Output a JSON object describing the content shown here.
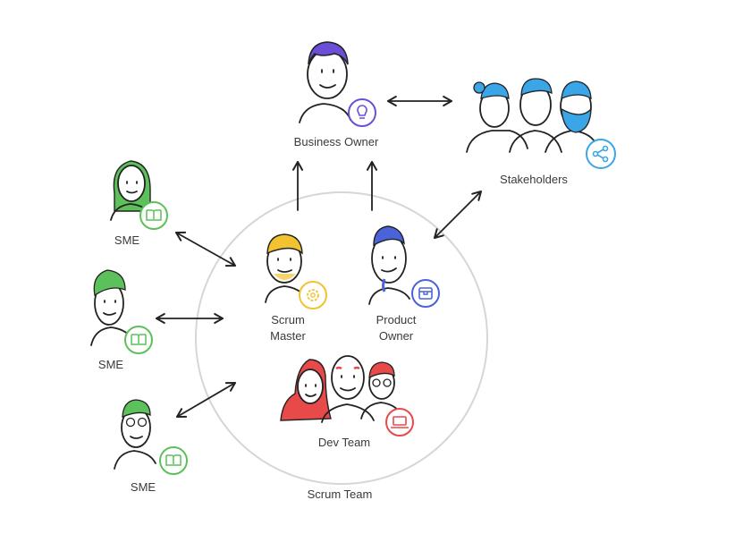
{
  "diagram": {
    "team_label": "Scrum Team",
    "nodes": {
      "business_owner": "Business Owner",
      "stakeholders": "Stakeholders",
      "scrum_master_line1": "Scrum",
      "scrum_master_line2": "Master",
      "product_owner_line1": "Product",
      "product_owner_line2": "Owner",
      "dev_team": "Dev Team",
      "sme_top": "SME",
      "sme_middle": "SME",
      "sme_bottom": "SME"
    },
    "colors": {
      "business_owner_accent": "#6b4fd8",
      "stakeholders_accent": "#3aa6e8",
      "scrum_master_accent": "#f2c230",
      "product_owner_accent": "#4a63d9",
      "dev_team_accent": "#e84a4a",
      "sme_accent": "#5cc15a"
    },
    "icons": {
      "business_owner": "lightbulb-icon",
      "stakeholders": "share-icon",
      "scrum_master": "gear-icon",
      "product_owner": "box-icon",
      "dev_team": "laptop-icon",
      "sme": "book-icon"
    }
  }
}
